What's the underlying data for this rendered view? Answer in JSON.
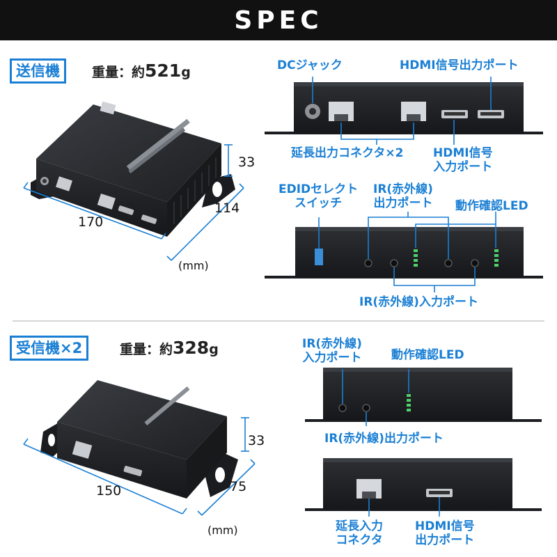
{
  "banner": {
    "title": "SPEC"
  },
  "transmitter": {
    "tag": "送信機",
    "weight_prefix": "重量：約",
    "weight_value": "521",
    "weight_unit": "g",
    "dims": {
      "width": "170",
      "height": "33",
      "depth": "114",
      "unit": "(mm)"
    },
    "labels": {
      "dc_jack": "DCジャック",
      "hdmi_out": "HDMI信号出力ポート",
      "ext_out": "延長出力コネクタ×2",
      "hdmi_in_1": "HDMI信号",
      "hdmi_in_2": "入力ポート",
      "edid_1": "EDIDセレクト",
      "edid_2": "スイッチ",
      "ir_out_1": "IR(赤外線)",
      "ir_out_2": "出力ポート",
      "led": "動作確認LED",
      "ir_in": "IR(赤外線)入力ポート"
    }
  },
  "receiver": {
    "tag": "受信機×2",
    "weight_prefix": "重量：約",
    "weight_value": "328",
    "weight_unit": "g",
    "dims": {
      "width": "150",
      "height": "33",
      "depth": "75",
      "unit": "(mm)"
    },
    "labels": {
      "ir_in_1": "IR(赤外線)",
      "ir_in_2": "入力ポート",
      "led": "動作確認LED",
      "ir_out": "IR(赤外線)出力ポート",
      "ext_in_1": "延長入力",
      "ext_in_2": "コネクタ",
      "hdmi_out_1": "HDMI信号",
      "hdmi_out_2": "出力ポート"
    }
  },
  "colors": {
    "accent": "#1a7fd4",
    "device": "#24262a",
    "banner": "#111111"
  }
}
